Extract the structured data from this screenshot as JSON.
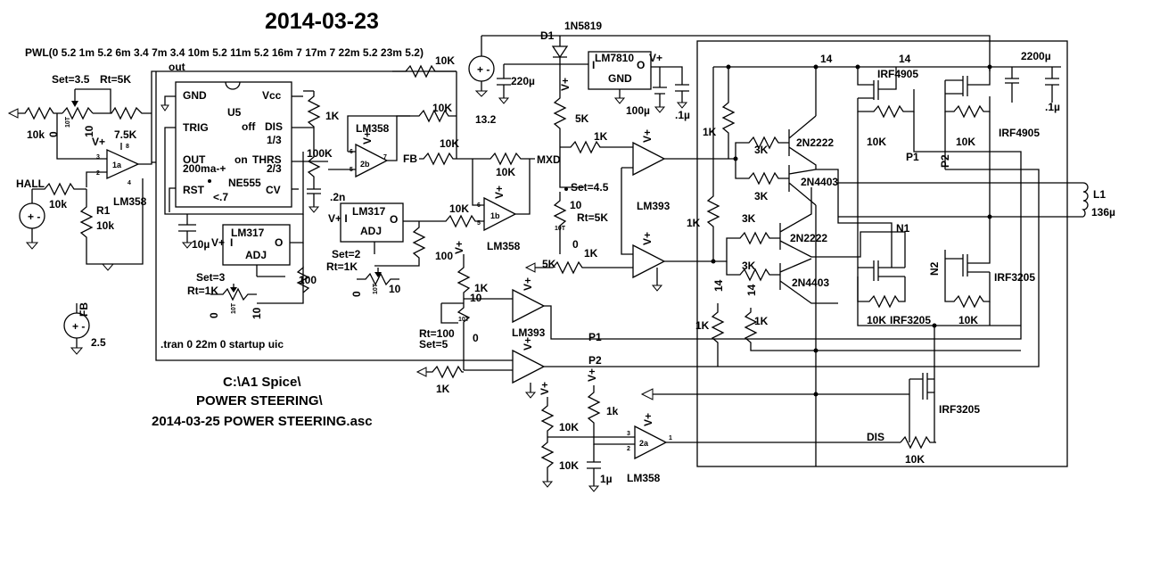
{
  "title": "2014-03-23",
  "pwl": "PWL(0 5.2 1m 5.2 6m 3.4 7m 3.4 10m 5.2 11m 5.2 16m 7 17m 7 22m 5.2 23m 5.2)",
  "path": [
    "C:\\A1 Spice\\",
    "POWER STEERING\\",
    "2014-03-25 POWER STEERING.asc"
  ],
  "directive": ".tran 0 22m 0 startup uic",
  "nets": {
    "out": "out",
    "hall": "HALL",
    "fb_node": "FB",
    "fb_src": "FB",
    "mxd": "MXD",
    "p1": "P1",
    "p2": "P2",
    "n1": "N1",
    "n2": "N2",
    "dis": "DIS",
    "n14a": "14",
    "n14b": "14"
  },
  "ic": {
    "u5": "U5",
    "ne555": "NE555",
    "gnd": "GND",
    "vcc": "Vcc",
    "trig": "TRIG",
    "off": "off",
    "dis": "DIS",
    "third": "1/3",
    "outp": "OUT",
    "ma": "200ma-+",
    "on": "on",
    "thrs": "THRS",
    "twothird": "2/3",
    "rst": "RST",
    "cv": "CV",
    "lt": "<.7",
    "lm7810": "LM7810",
    "i": "I",
    "o": "O",
    "gnd2": "GND",
    "vplus": "V+",
    "lm317": "LM317",
    "adj": "ADJ",
    "vpi": "V+  I"
  },
  "opamps": {
    "a1": "1a",
    "a2b": "2b",
    "a1b": "1b",
    "a2a": "2a",
    "lm358": "LM358",
    "lm393": "LM393"
  },
  "pins": {
    "p8": "8",
    "p4": "4",
    "p3": "3",
    "p2": "2",
    "p1": "1",
    "p5": "5",
    "p6": "6",
    "p7": "7"
  },
  "labels": {
    "vplus": "V+"
  },
  "values": {
    "r10k_in": "10k",
    "pot_set1": "Set=3.5",
    "pot_rt1": "Rt=5K",
    "pot_t1": "10T",
    "pot_10": "10",
    "r75k": "7.5K",
    "r10k_hall": "10k",
    "r1": "R1",
    "r1v": "10k",
    "fb_v": "2.5",
    "cap10u": "10µ",
    "set3": "Set=3",
    "rt1k": "Rt=1K",
    "pot_t3": "10T",
    "pot_10b": "10",
    "r100a": "100",
    "r1k_u5": "1K",
    "r100k": "100K",
    "c2n": ".2n",
    "r10k_out": "10K",
    "r10k_2b": "10K",
    "r10k_fb": "10K",
    "r10k_mxd": "10K",
    "d1": "D1",
    "d1p": "1N5819",
    "vsrc": "13.2",
    "c220": "220µ",
    "r5k": "5K",
    "c100": "100µ",
    "c01": ".1µ",
    "set2": "Set=2",
    "rt1k2": "Rt=1K",
    "pot_t2": "10T",
    "pot_10c": "10",
    "r100b": "100",
    "r1k_c1": "1K",
    "set45": "Set=4.5",
    "pot_10d": "10",
    "rt5k": "Rt=5K",
    "pot_t4": "10T",
    "r0": "0",
    "r5k_b": "5K",
    "r1k_c2": "1K",
    "r1k_c3": "1K",
    "r10_c3": "10",
    "pot_t5": "10T",
    "rt100": "Rt=100",
    "set5": "Set=5",
    "r0b": "0",
    "r1k_c4": "1K",
    "r1k_q1": "1K",
    "r3k_a": "3K",
    "r3k_b": "3K",
    "r1k_q2": "1K",
    "r3k_c": "3K",
    "r3k_d": "3K",
    "r14a": "14",
    "r14b": "14",
    "r1k_d1": "1K",
    "r1k_d2": "1K",
    "q1": "2N2222",
    "q2": "2N4403",
    "q3": "2N2222",
    "q4": "2N4403",
    "irf4905a": "IRF4905",
    "irf4905b": "IRF4905",
    "r10k_p1": "10K",
    "r10k_p2": "10K",
    "c2200": "2200µ",
    "c01b": ".1µ",
    "l1": "L1",
    "l1v": "136µ",
    "irf3205a": "IRF3205",
    "irf3205b": "IRF3205",
    "irf3205c": "IRF3205",
    "r10k_n1": "10K",
    "r10k_n2": "10K",
    "r10k_d1": "10K",
    "r10k_d2": "10K",
    "r1k_d3": "1k",
    "c1u": "1µ",
    "r10k_dis": "10K"
  }
}
